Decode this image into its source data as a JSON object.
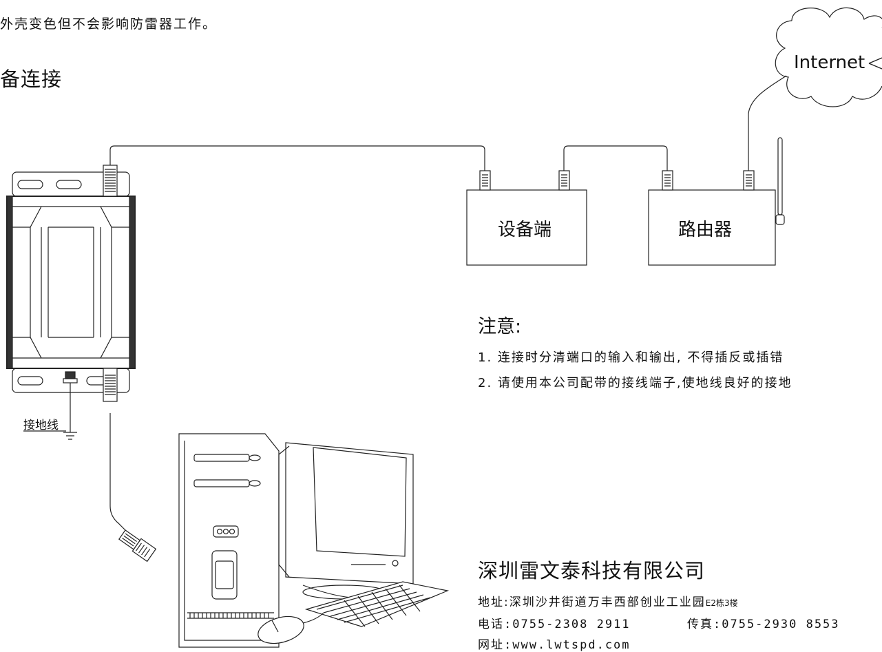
{
  "header": {
    "line": "外壳变色但不会影响防雷器工作。",
    "section_title": "备连接"
  },
  "diagram": {
    "internet_label": "Internet",
    "device_label": "设备端",
    "router_label": "路由器",
    "ground_label": "接地线"
  },
  "notes": {
    "title": "注意:",
    "items": [
      "1. 连接时分清端口的输入和输出, 不得插反或插错",
      "2. 请使用本公司配带的接线端子,使地线良好的接地"
    ]
  },
  "company": {
    "name": "深圳雷文泰科技有限公司",
    "address_label": "地址:深圳沙井街道万丰西部创业工业园",
    "address_suffix": "E2栋3楼",
    "tel": "电话:0755-2308 2911",
    "fax": "传真:0755-2930 8553",
    "web": "网址:www.lwtspd.com"
  }
}
